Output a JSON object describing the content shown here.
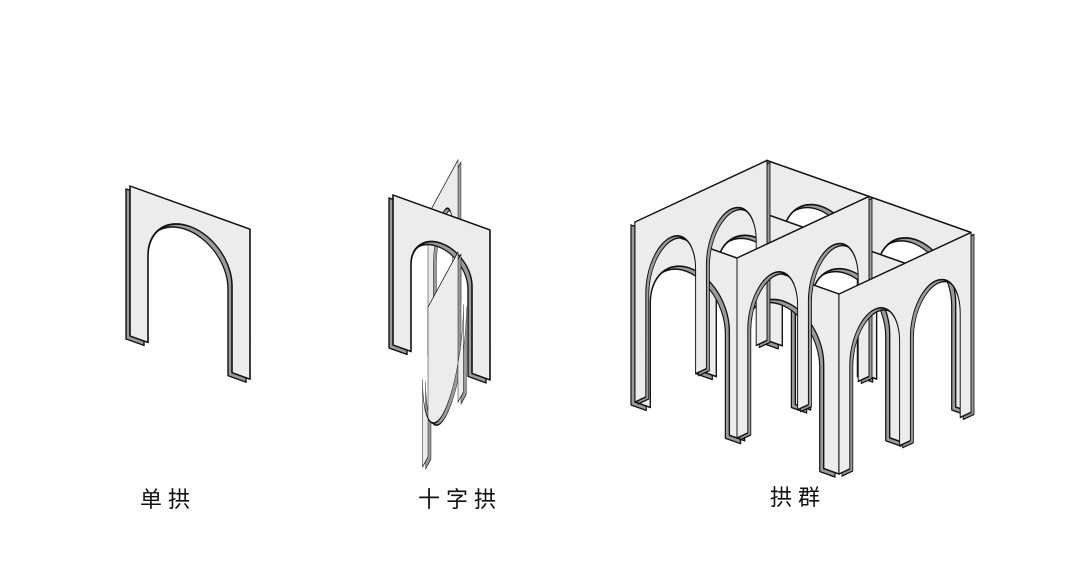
{
  "labels": {
    "single": "单拱",
    "cross": "十字拱",
    "group": "拱群"
  }
}
